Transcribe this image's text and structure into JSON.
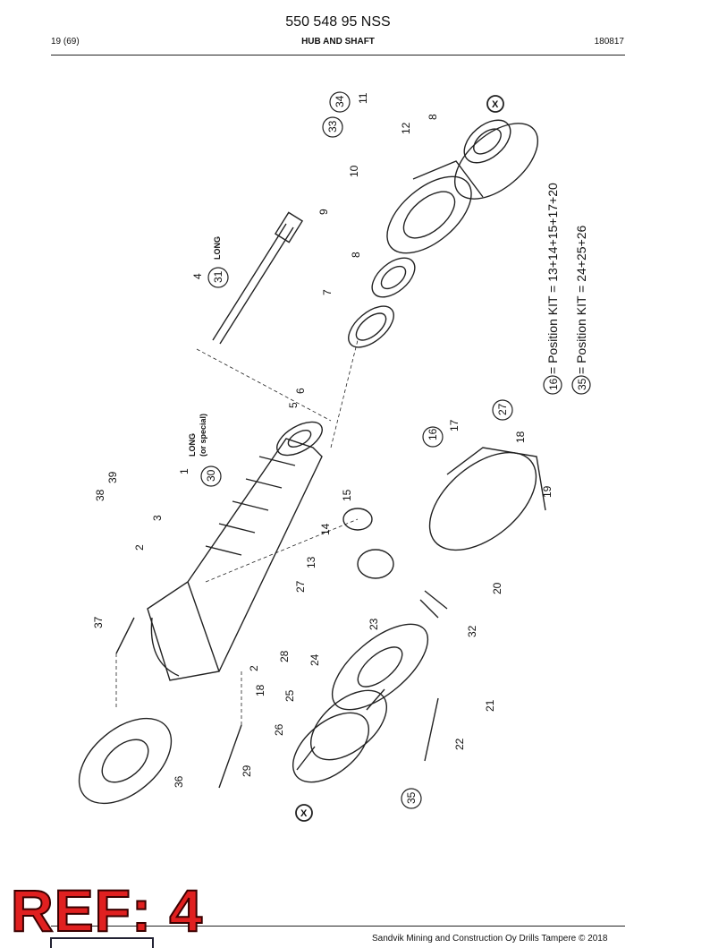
{
  "document": {
    "title": "550 548 95 NSS",
    "page": "19 (69)",
    "section": "HUB AND SHAFT",
    "date_code": "180817",
    "copyright": "Sandvik Mining and Construction Oy Drills Tampere © 2018"
  },
  "stamp": {
    "text": "REF: 4"
  },
  "diagram": {
    "parts": [
      "1",
      "2",
      "2",
      "3",
      "4",
      "5",
      "6",
      "7",
      "8",
      "8",
      "9",
      "10",
      "11",
      "12",
      "13",
      "14",
      "15",
      "17",
      "18",
      "18",
      "19",
      "20",
      "21",
      "22",
      "23",
      "24",
      "25",
      "26",
      "27",
      "28",
      "29",
      "32",
      "36",
      "37",
      "38",
      "39"
    ],
    "circled": [
      "16",
      "27",
      "30",
      "31",
      "33",
      "34",
      "35"
    ],
    "notes": {
      "long": "LONG",
      "long_special_1": "LONG",
      "long_special_2": "(or special)",
      "kit1_number": "16",
      "kit1_text": "= Position KIT = 13+14+15+17+20",
      "kit2_number": "35",
      "kit2_text": "= Position KIT = 24+25+26",
      "x_mark": "X"
    }
  }
}
